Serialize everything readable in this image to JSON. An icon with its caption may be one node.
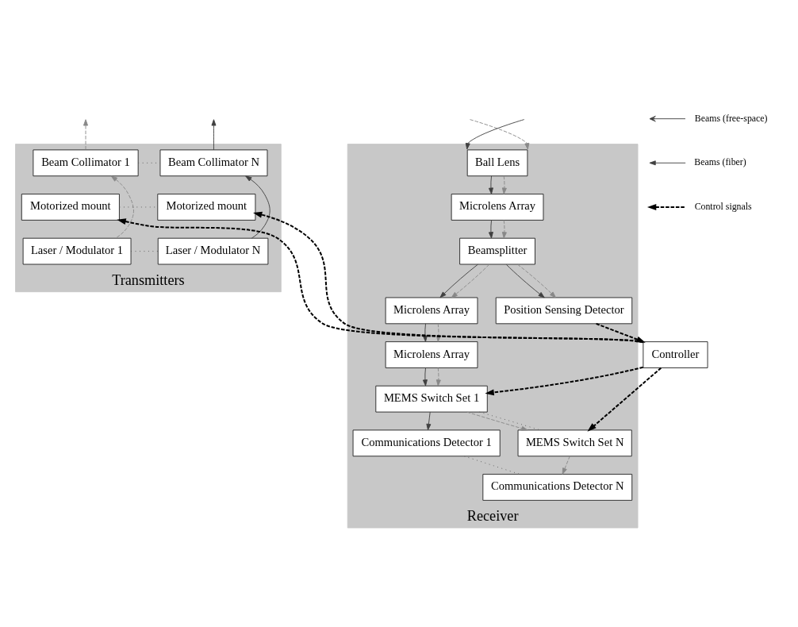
{
  "diagram": {
    "nodes": [
      {
        "text": [
          "Receiver"
        ]
      },
      {
        "text": [
          "Ball Lens"
        ],
        "in": 0
      },
      {
        "text": [
          "Microlens Array"
        ],
        "in": 0
      },
      {
        "text": [
          "Beamsplitter"
        ],
        "in": 0
      },
      {
        "text": [
          "Position Sensing Detector"
        ],
        "in": 0
      },
      {
        "text": [
          "Microlens Array"
        ],
        "in": 0
      },
      {
        "text": [
          "Microlens Array"
        ],
        "in": 0
      },
      {
        "text": [
          "Communications Detector 1"
        ],
        "in": 0
      },
      {
        "text": [
          "MEMS Switch Set 1"
        ],
        "in": 0
      },
      {
        "text": [
          "Communications Detector N"
        ],
        "in": 0
      },
      {
        "text": [
          "MEMS Switch Set N"
        ],
        "in": 0
      },
      {
        "text": [
          "Transmitters"
        ]
      },
      {
        "text": [
          "Beam Collimator 1"
        ],
        "in": 11
      },
      {
        "text": [
          "Motorized mount"
        ],
        "in": 11
      },
      {
        "text": [
          "Beam Collimator N"
        ],
        "in": 11
      },
      {
        "text": [
          "Motorized mount"
        ],
        "in": 11
      },
      {
        "text": [
          "Laser / Modulator 1"
        ],
        "in": 11
      },
      {
        "text": [
          "Laser / Modulator N"
        ],
        "in": 11
      },
      {
        "text": [
          "Controller"
        ]
      }
    ],
    "edges": [
      {
        "from": null,
        "to": 1,
        "arrow": "to",
        "style": "dashed",
        "color": "#888888"
      },
      {
        "from": null,
        "to": 1,
        "arrow": "to"
      },
      {
        "from": 1,
        "to": 2,
        "arrow": "to"
      },
      {
        "from": 1,
        "to": 2,
        "arrow": "to",
        "style": "dashed",
        "color": "#888888"
      },
      {
        "from": 2,
        "to": 3,
        "arrow": "to"
      },
      {
        "from": 2,
        "to": 3,
        "arrow": "to",
        "style": "dashed",
        "color": "#888888"
      },
      {
        "from": 3,
        "to": 4,
        "arrow": "to"
      },
      {
        "from": 3,
        "to": 4,
        "arrow": "to",
        "style": "dashed",
        "color": "#888888"
      },
      {
        "from": 3,
        "to": 5,
        "arrow": "to"
      },
      {
        "from": 3,
        "to": 5,
        "arrow": "to",
        "style": "dashed",
        "color": "#888888"
      },
      {
        "from": 5,
        "to": 6,
        "arrow": "to"
      },
      {
        "from": 5,
        "to": 6,
        "arrow": "to",
        "style": "dashed",
        "color": "#888888"
      },
      {
        "from": 6,
        "to": 8,
        "arrow": "to"
      },
      {
        "from": 6,
        "to": 8,
        "arrow": "to",
        "style": "dashed",
        "color": "#888888"
      },
      {
        "from": 8,
        "to": 7,
        "arrow": "to"
      },
      {
        "from": 8,
        "to": 10,
        "arrow": "to",
        "style": "dashed",
        "color": "#888888"
      },
      {
        "from": 8,
        "to": 10,
        "arrow": "none",
        "style": "dashed",
        "color": "#555555"
      },
      {
        "from": 7,
        "to": 9,
        "arrow": "none",
        "style": "dashed",
        "color": "#555555"
      },
      {
        "from": 10,
        "to": 9,
        "arrow": "to",
        "style": "dashed",
        "color": "#888888"
      },
      {
        "from": 12,
        "to": 14,
        "arrow": "none",
        "style": "dashed",
        "color": "#555555"
      },
      {
        "from": 13,
        "to": 15,
        "arrow": "none",
        "style": "dashed",
        "color": "#555555"
      },
      {
        "from": 16,
        "to": 17,
        "arrow": "none",
        "style": "dashed",
        "color": "#555555"
      },
      {
        "from": 16,
        "to": 12,
        "arrow": "to",
        "style": "dashed",
        "color": "#888888"
      },
      {
        "from": 17,
        "to": 14,
        "arrow": "to"
      },
      {
        "from": 12,
        "to": null,
        "arrow": "to",
        "style": "dashed",
        "color": "#888888"
      },
      {
        "from": 14,
        "to": null,
        "arrow": "to"
      },
      {
        "from": 18,
        "to": 8,
        "arrow": "to",
        "style": "dashed",
        "color": "#000000"
      },
      {
        "from": 18,
        "to": 10,
        "arrow": "to",
        "style": "dashed",
        "color": "#000000"
      },
      {
        "from": 18,
        "to": 13,
        "arrow": "to",
        "style": "dashed",
        "color": "#000000"
      },
      {
        "from": 18,
        "to": 15,
        "arrow": "to",
        "style": "dashed",
        "color": "#000000"
      },
      {
        "from": 4,
        "to": 18,
        "arrow": "to",
        "style": "dashed",
        "color": "#000000"
      }
    ],
    "legend": [
      {
        "text": "Beams (free-space)"
      },
      {
        "text": "Beams (fiber)"
      },
      {
        "text": "Control signals"
      }
    ]
  }
}
